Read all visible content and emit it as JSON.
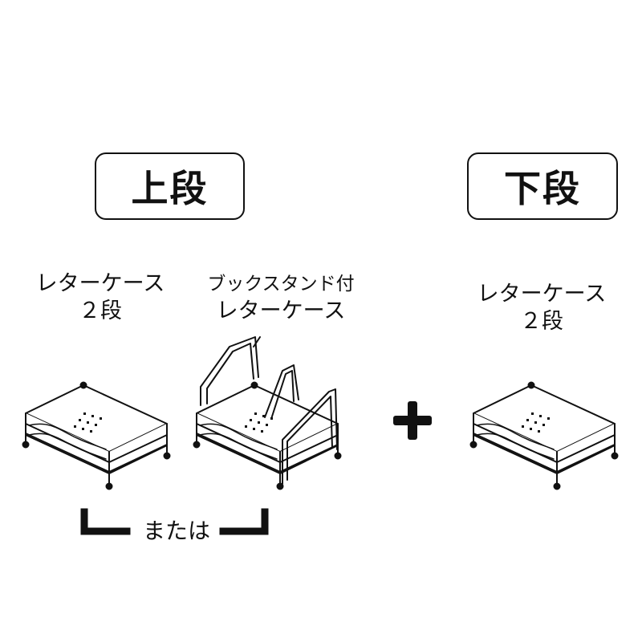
{
  "upper": {
    "label": "上段",
    "option_a": {
      "line1": "レターケース",
      "line2": "２段"
    },
    "option_b": {
      "line1": "ブックスタンド付",
      "line2": "レターケース"
    },
    "or_text": "または"
  },
  "lower": {
    "label": "下段",
    "option": {
      "line1": "レターケース",
      "line2": "２段"
    }
  },
  "icons": {
    "letter_case": "letter-case-2tier-icon",
    "letter_case_bookstand": "letter-case-with-bookstand-icon",
    "plus": "plus-icon",
    "bracket": "bracket-icon"
  },
  "colors": {
    "line": "#111111",
    "background": "#ffffff"
  }
}
